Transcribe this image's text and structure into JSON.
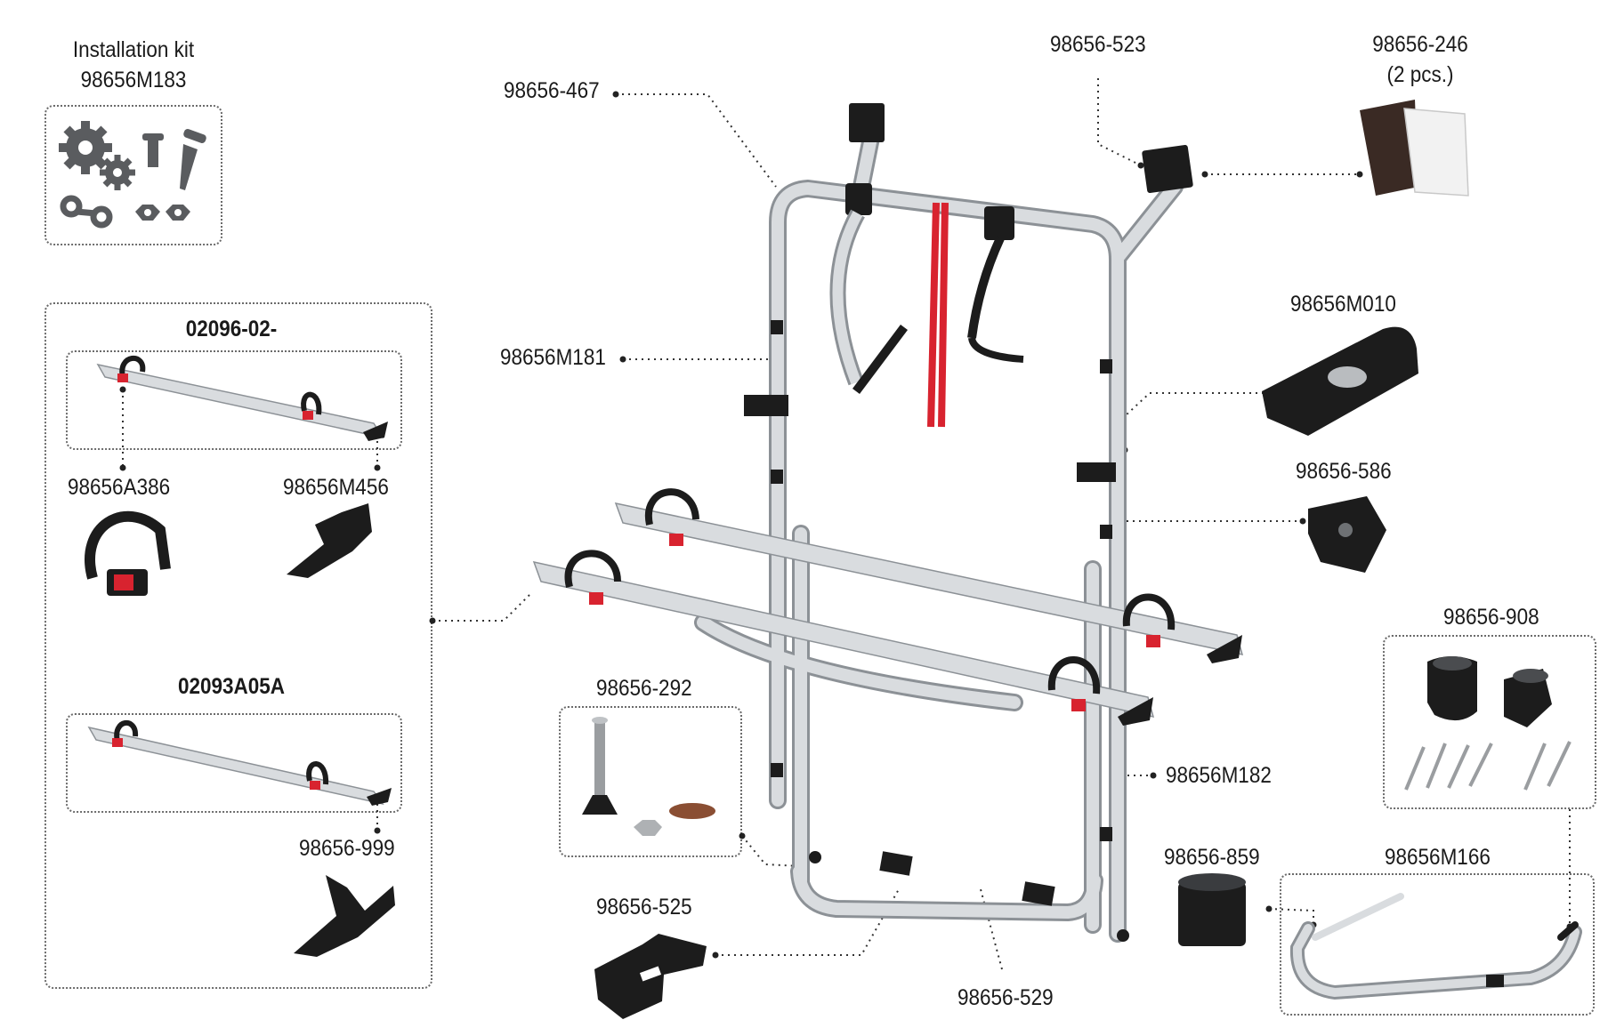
{
  "kit": {
    "title": "Installation kit",
    "code": "98656M183"
  },
  "groups": {
    "rail_a": "02096-02-",
    "rail_b": "02093A05A"
  },
  "labels": {
    "p467": "98656-467",
    "p523": "98656-523",
    "p246": "98656-246",
    "p246_qty": "(2 pcs.)",
    "m181": "98656M181",
    "m010": "98656M010",
    "p586": "98656-586",
    "a386": "98656A386",
    "m456": "98656M456",
    "p999": "98656-999",
    "p908": "98656-908",
    "p292": "98656-292",
    "m182": "98656M182",
    "p859": "98656-859",
    "m166": "98656M166",
    "p525": "98656-525",
    "p529": "98656-529"
  },
  "colors": {
    "text": "#1a1a1a",
    "frame_silver": "#d7dadd",
    "frame_edge": "#8c9196",
    "part_black": "#1c1c1c",
    "strap_red": "#d8232f",
    "leader": "#333333"
  }
}
